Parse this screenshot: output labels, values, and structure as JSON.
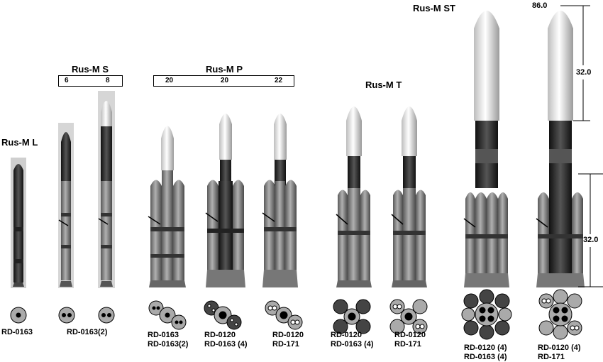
{
  "variants": [
    {
      "title": "Rus-M L"
    },
    {
      "title": "Rus-M S",
      "payloads": [
        "6",
        "8"
      ]
    },
    {
      "title": "Rus-M P",
      "payloads": [
        "20",
        "20",
        "22"
      ]
    },
    {
      "title": "Rus-M T"
    },
    {
      "title": "Rus-M ST"
    }
  ],
  "engines": [
    [
      "RD-0163"
    ],
    [
      "RD-0163(2)"
    ],
    [
      "RD-0163",
      "RD-0163(2)"
    ],
    [
      "RD-0120",
      "RD-0163 (4)"
    ],
    [
      "RD-0120",
      "RD-171"
    ],
    [
      "RD-0120",
      "RD-0163 (4)"
    ],
    [
      "RD-0120",
      "RD-171"
    ],
    [
      "RD-0120 (4)",
      "RD-0163 (4)"
    ],
    [
      "RD-0120 (4)",
      "RD-171"
    ]
  ],
  "dimensions": {
    "total_height": "86.0",
    "fairing_length": "32.0",
    "booster_length": "32.0"
  }
}
